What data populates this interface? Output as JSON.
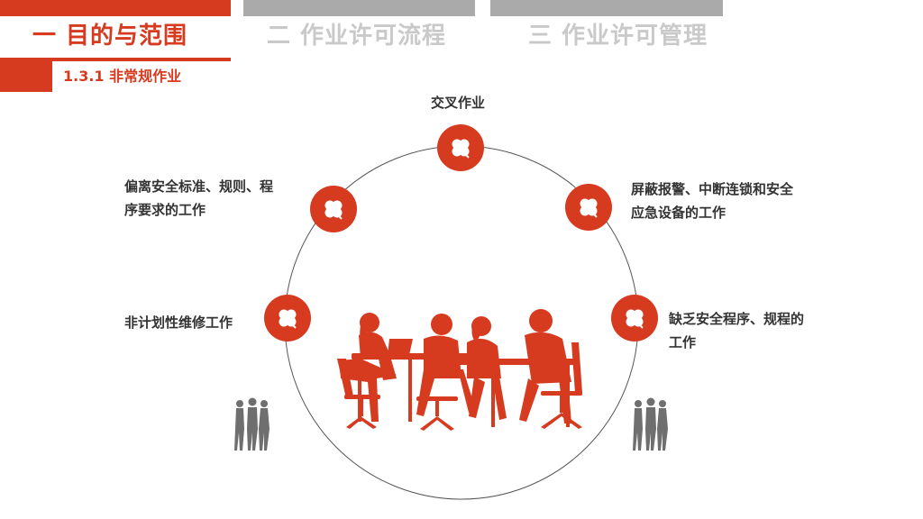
{
  "header": {
    "tabs": [
      {
        "label": "一  目的与范围",
        "active": true
      },
      {
        "label": "二 作业许可流程",
        "active": false
      },
      {
        "label": "三 作业许可管理",
        "active": false
      }
    ],
    "section_title": "1.3.1  非常规作业"
  },
  "diagram": {
    "items": [
      {
        "line1": "交叉作业",
        "line2": ""
      },
      {
        "line1": "屏蔽报警、中断连锁和安全",
        "line2": "应急设备的工作"
      },
      {
        "line1": "缺乏安全程序、规程的",
        "line2": "工作"
      },
      {
        "line1": "偏离安全标准、规则、程",
        "line2": "序要求的工作"
      },
      {
        "line1": "非计划性维修工作",
        "line2": ""
      }
    ],
    "node_icon": "four-leaf-clover-icon",
    "center_image": "meeting-silhouette",
    "side_images": "standing-people-silhouette"
  },
  "colors": {
    "accent": "#d63b1f",
    "inactive_tab": "#c9c9c9",
    "gray_bar": "#aaaaaa",
    "label_text": "#333333",
    "silhouette_gray": "#6f6f6f"
  }
}
